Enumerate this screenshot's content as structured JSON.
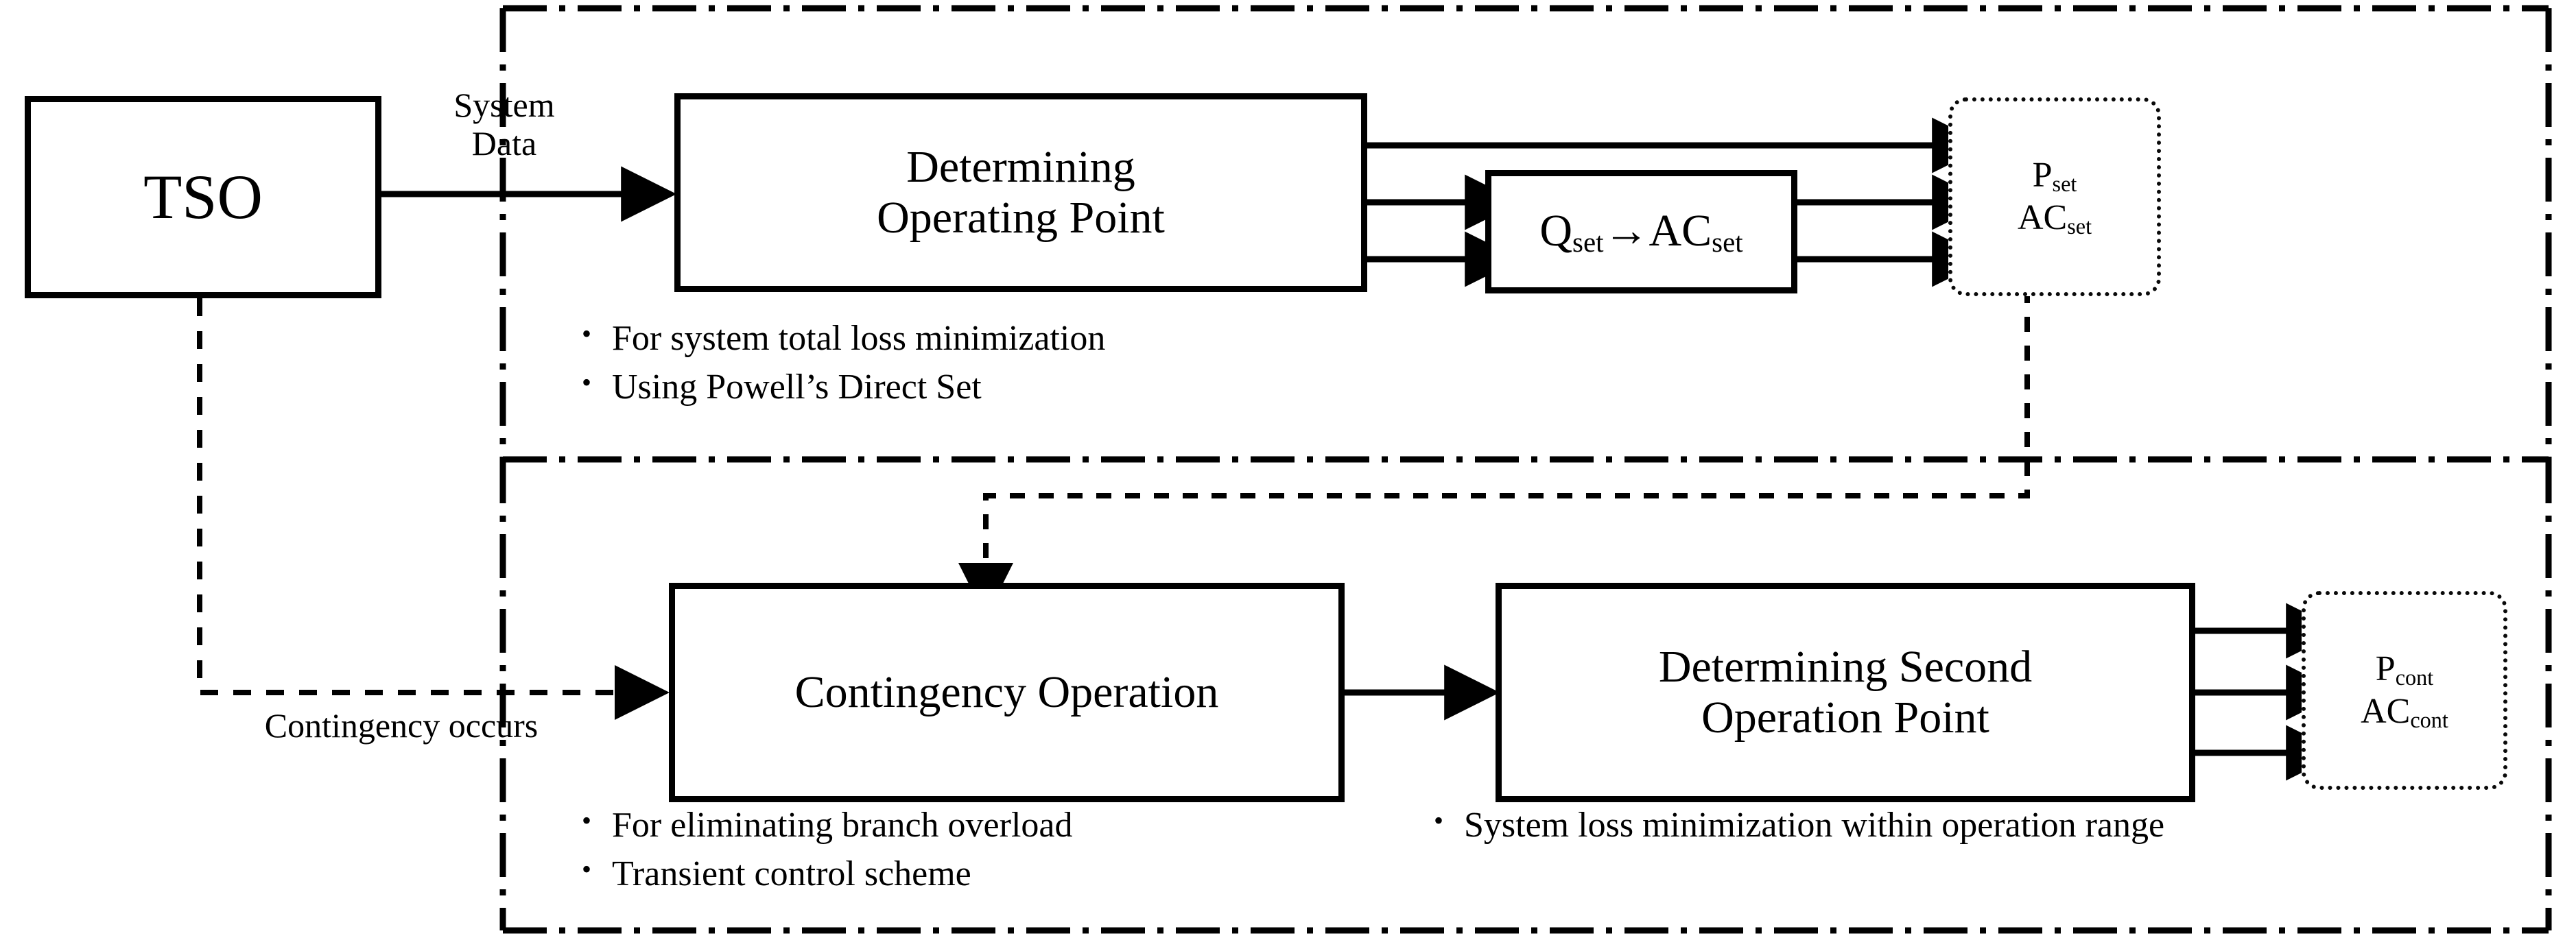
{
  "diagram": {
    "title": "TSO contingency operation flow",
    "colors": {
      "line": "#000000",
      "box_border": "#000000",
      "background": "#ffffff"
    },
    "nodes": {
      "tso": {
        "label": "TSO"
      },
      "determining_operating_point": {
        "line1": "Determining",
        "line2": "Operating Point"
      },
      "q_to_ac": {
        "prefix": "Q",
        "sub1": "set",
        "arrow": "→",
        "mid": "AC",
        "sub2": "set"
      },
      "p_set": {
        "line1_main": "P",
        "line1_sub": "set",
        "line2_main": "AC",
        "line2_sub": "set"
      },
      "contingency_operation": {
        "label": "Contingency Operation"
      },
      "determining_second_operation_point": {
        "line1": "Determining Second",
        "line2": "Operation Point"
      },
      "p_cont": {
        "line1_main": "P",
        "line1_sub": "cont",
        "line2_main": "AC",
        "line2_sub": "cont"
      }
    },
    "edge_labels": {
      "system_data": "System\nData",
      "system_data_line1": "System",
      "system_data_line2": "Data",
      "contingency_occurs": "Contingency occurs"
    },
    "bullets": {
      "upper": [
        "For system total loss minimization",
        "Using Powell’s Direct Set"
      ],
      "lower_left": [
        "For eliminating branch overload",
        "Transient control scheme"
      ],
      "lower_right": [
        "System loss minimization within operation range"
      ]
    },
    "bullet_marker": "•"
  }
}
